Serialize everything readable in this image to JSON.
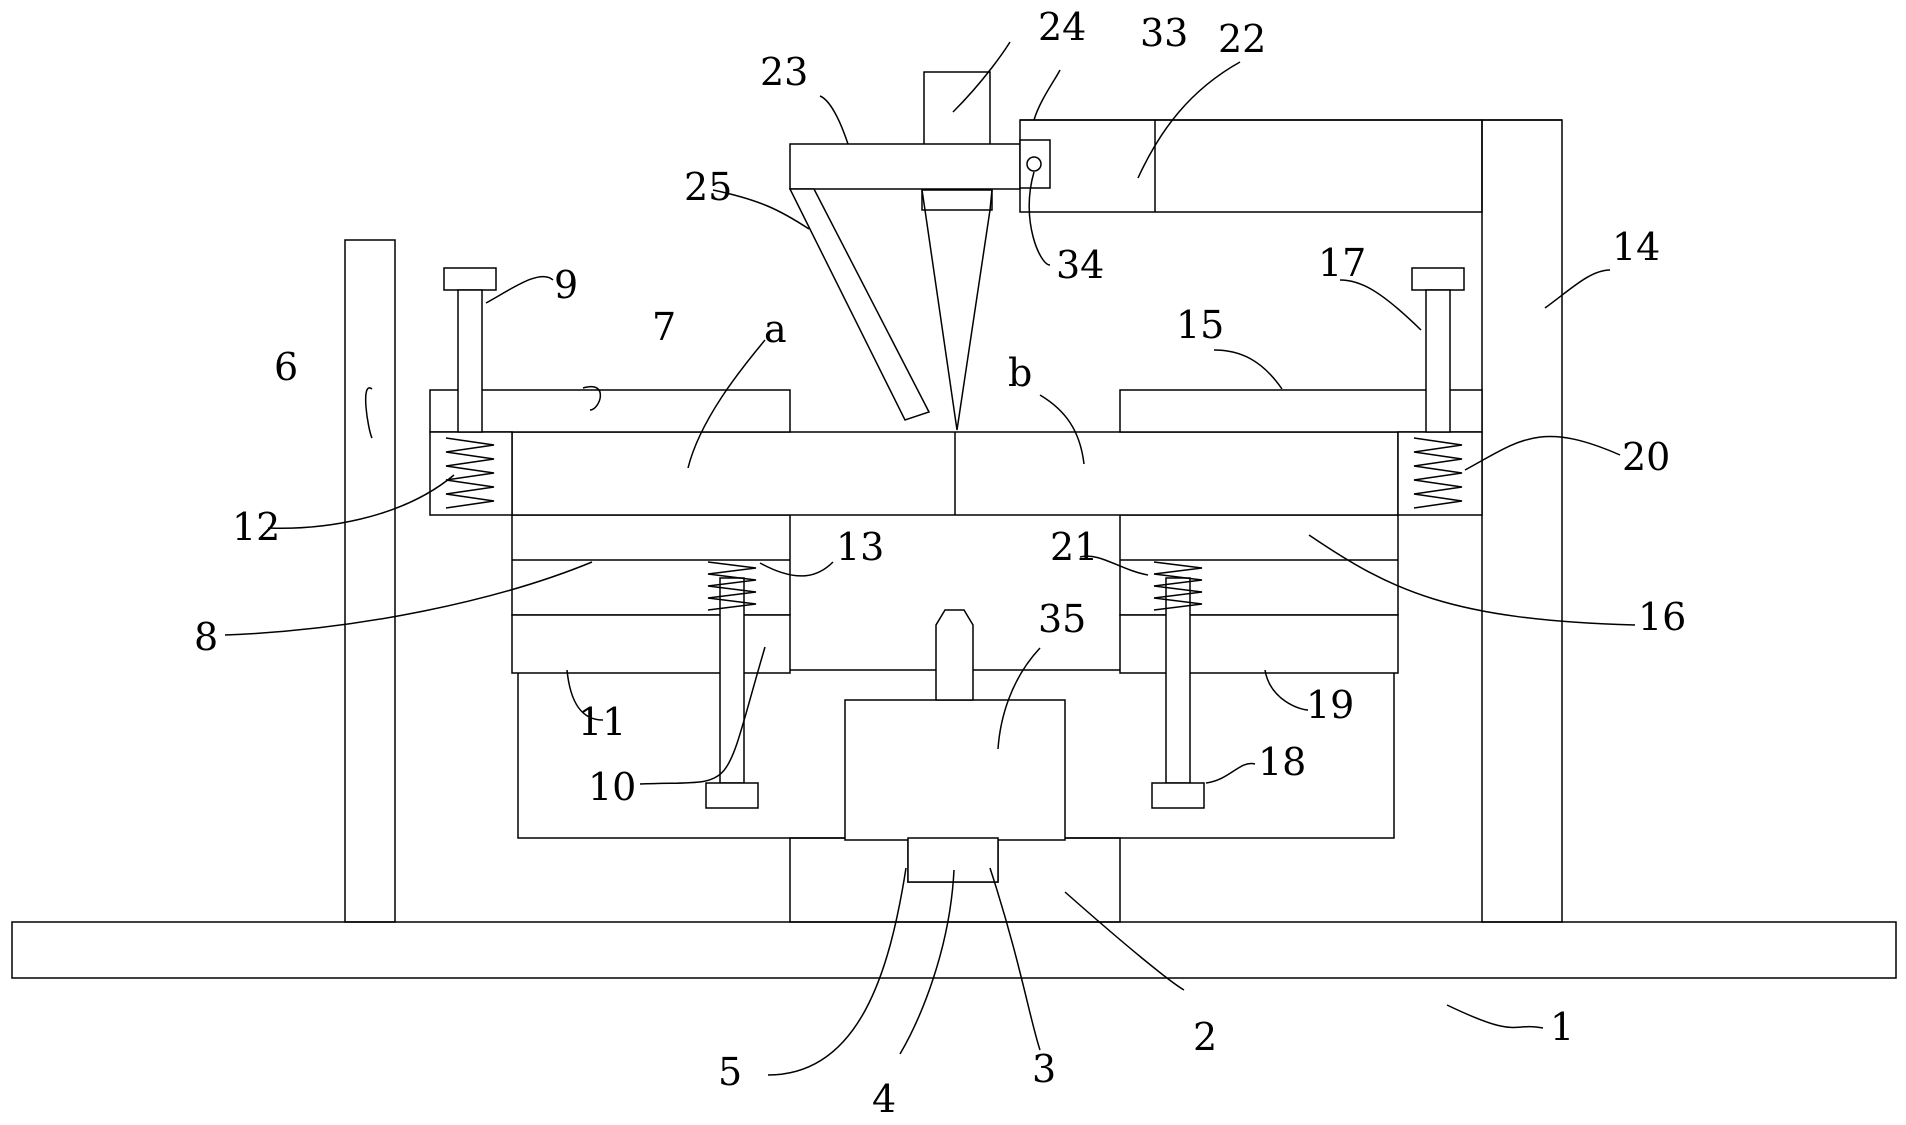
{
  "diagram": {
    "labels": {
      "l1": "1",
      "l2": "2",
      "l3": "3",
      "l4": "4",
      "l5": "5",
      "l6": "6",
      "l7": "7",
      "l8": "8",
      "l9": "9",
      "l10": "10",
      "l11": "11",
      "l12": "12",
      "l13": "13",
      "l14": "14",
      "l15": "15",
      "l16": "16",
      "l17": "17",
      "l18": "18",
      "l19": "19",
      "l20": "20",
      "l21": "21",
      "l22": "22",
      "l23": "23",
      "l24": "24",
      "l25": "25",
      "l33": "33",
      "l34": "34",
      "l35": "35",
      "la": "a",
      "lb": "b"
    }
  }
}
